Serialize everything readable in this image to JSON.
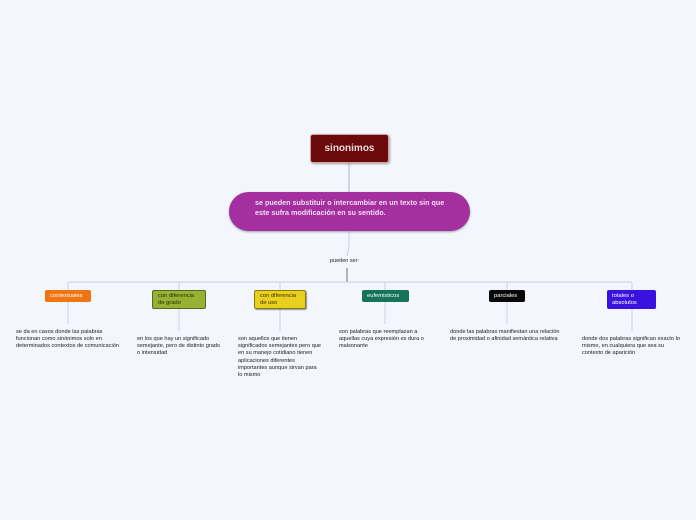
{
  "root": {
    "label": "sinonimos"
  },
  "definition": {
    "text": "se pueden substituir o intercambiar en un texto sin que este sufra modificación en su sentido."
  },
  "connector_label": "pueden ser:",
  "categories": [
    {
      "label": "contextuales",
      "color": "#ef7512",
      "description": "se da en casos donde las palabras funcionan como sinónimos solo en determinados contextos de comunicación"
    },
    {
      "label": "con diferencia de grado",
      "color": "#95b233",
      "description": "en los que hay un significado semejante, pero de distinto grado o intensidad"
    },
    {
      "label": "con diferencia de uso",
      "color": "#ead01e",
      "description": "son aquellos que tienen significados semejantes pero que en su manejo cotidiano tienen aplicaciones diferentes importantes aunque sirvan para lo mismo"
    },
    {
      "label": "eufemisticos",
      "color": "#15735a",
      "description": "son palabras que reemplazan a aquellas cuya expresión es dura o malsonante"
    },
    {
      "label": "parciales",
      "color": "#080808",
      "description": "donde las palabras manifiestan una relación de proximidad o afinidad semántica relativa"
    },
    {
      "label": "totales o absolutos",
      "color": "#3a12e0",
      "description": "donde dos palabras significan exacto lo mismo, en cualquiera que sea su contexto de aparición"
    }
  ]
}
